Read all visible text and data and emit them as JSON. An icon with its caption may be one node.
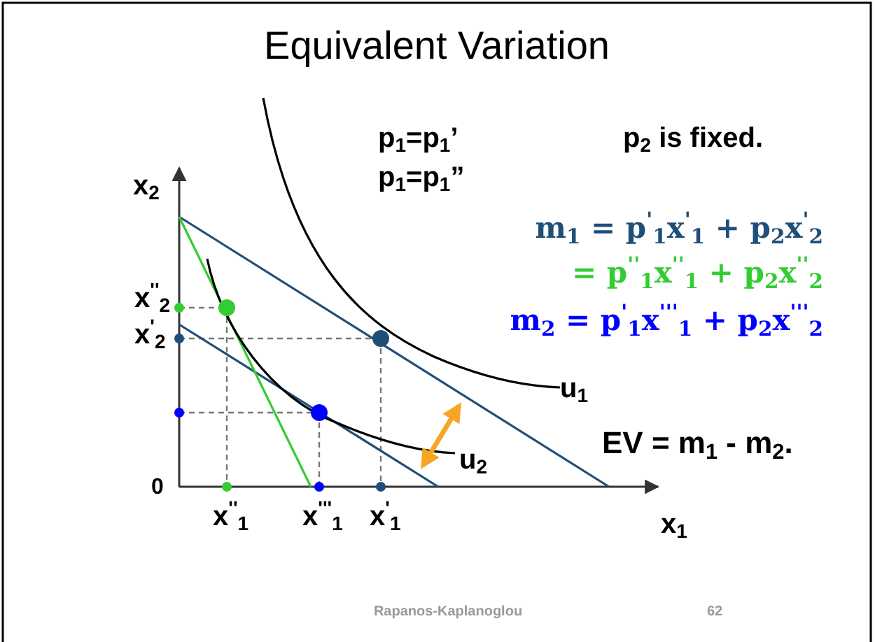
{
  "diagram": {
    "title": "Equivalent Variation",
    "labels": [
      "p$_{1}$=p$_{1}$’",
      "p$_{1}$=p$_{1}$”",
      "p$_{2}$ is fixed.",
      "x$_{2}$",
      "m$_{1}$ = p$^{'}$$_{1}$x$^{'}$$_{1}$ + p$_{2}$x$^{'}$$_{2}$",
      "= p$^{''}$$_{1}$x$^{''}$$_{1}$ + p$_{2}$x$^{''}$$_{2}$",
      "m$_{2}$ = p$^{'}$$_{1}$x$^{'''}$$_{1}$ + p$_{2}$x$^{'''}$$_{2}$",
      "x$^{''}$$_{2}$",
      "x$^{'}$$_{2}$",
      "u$_{1}$",
      "EV = m$_{1}$ - m$_{2}$.",
      "u$_{2}$",
      "0",
      "x$^{''}$$_{1}$",
      "x$^{'''}$$_{1}$",
      "x$^{'}$$_{1}$",
      "x$_{1}$",
      "Rapanos-Kaplanoglou",
      "62"
    ]
  }
}
